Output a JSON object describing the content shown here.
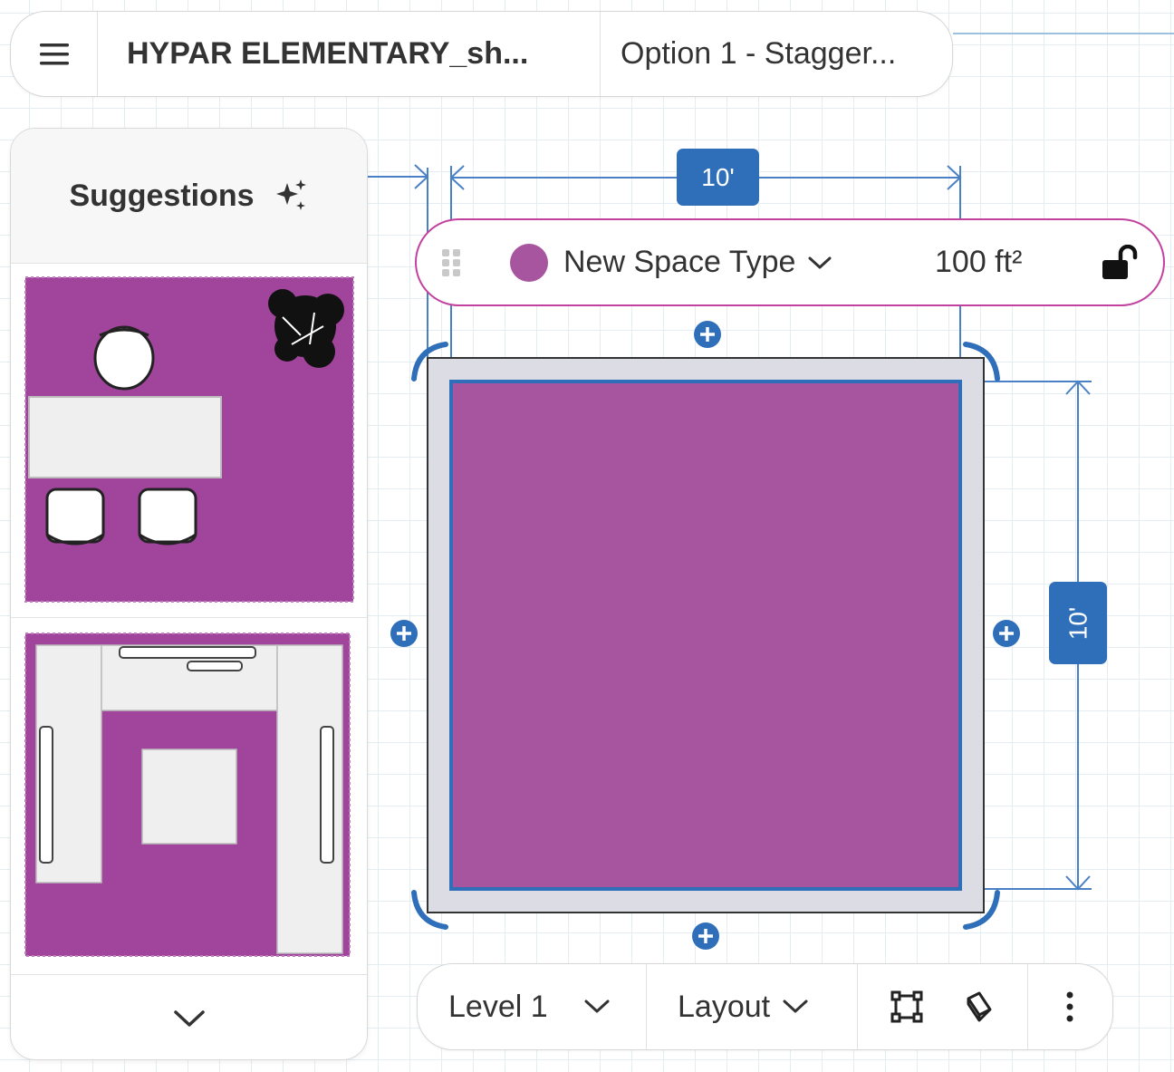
{
  "topbar": {
    "menu_icon": "hamburger-menu-icon",
    "project_title": "HYPAR ELEMENTARY_sh...",
    "option_title": "Option 1 - Stagger..."
  },
  "suggestions": {
    "title": "Suggestions",
    "sparkle_icon": "sparkle-icon",
    "expand_icon": "chevron-down-icon"
  },
  "dimensions": {
    "width_label": "10'",
    "height_label": "10'"
  },
  "space": {
    "color": "#a855a0",
    "name": "New Space Type",
    "area": "100 ft²",
    "lock_icon": "unlock-icon"
  },
  "bottom_toolbar": {
    "level": "Level 1",
    "layout": "Layout"
  },
  "colors": {
    "accent_blue": "#2f6fba",
    "space_magenta": "#a855a0",
    "selection_border": "#c2409e"
  }
}
